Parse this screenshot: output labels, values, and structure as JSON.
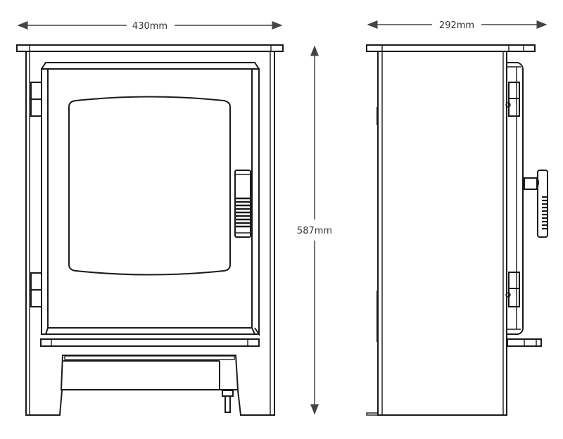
{
  "title": "Stove dimension drawing",
  "dimensions": {
    "width": "430mm",
    "depth": "292mm",
    "height": "587mm"
  },
  "views": [
    "front-view",
    "side-view"
  ],
  "colors": {
    "line": "#1a1a1a",
    "dimension": "#444444",
    "background": "#ffffff"
  }
}
